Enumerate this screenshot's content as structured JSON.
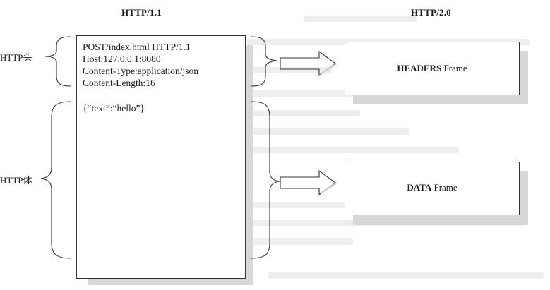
{
  "headings": {
    "left": "HTTP/1.1",
    "right": "HTTP/2.0"
  },
  "labels": {
    "header": "HTTP头",
    "body": "HTTP体"
  },
  "request": {
    "header_lines": [
      "POST/index.html HTTP/1.1",
      "Host:127.0.0.1:8080",
      "Content-Type:application/json",
      "Content-Length:16"
    ],
    "body_line": "{“text”:“hello”}"
  },
  "frames": {
    "headers": {
      "name": "HEADERS",
      "suffix": " Frame"
    },
    "data": {
      "name": "DATA",
      "suffix": " Frame"
    }
  },
  "colors": {
    "line": "#333333",
    "shadow": "#d7d7d7",
    "ghost_text": "#eeeeee"
  }
}
